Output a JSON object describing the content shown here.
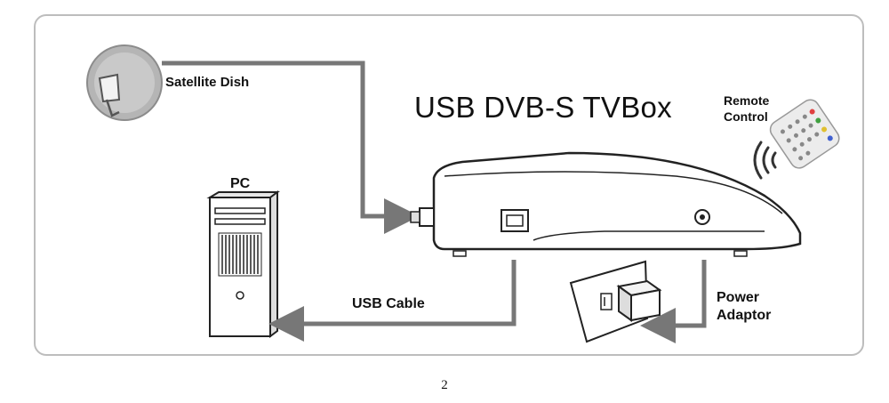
{
  "diagram": {
    "title": "USB DVB-S TVBox",
    "labels": {
      "satellite_dish": "Satellite Dish",
      "remote_control_line1": "Remote",
      "remote_control_line2": "Control",
      "pc": "PC",
      "usb_cable": "USB Cable",
      "power_adaptor_line1": "Power",
      "power_adaptor_line2": "Adaptor"
    }
  },
  "page": {
    "number": "2"
  },
  "colors": {
    "frame": "#bdbdbd",
    "cable": "#777777",
    "device_outline": "#222222",
    "dish": "#9a9a9a"
  },
  "icons": [
    "satellite-dish-icon",
    "pc-tower-icon",
    "tv-box-icon",
    "remote-control-icon",
    "wall-outlet-icon",
    "power-adaptor-icon"
  ]
}
